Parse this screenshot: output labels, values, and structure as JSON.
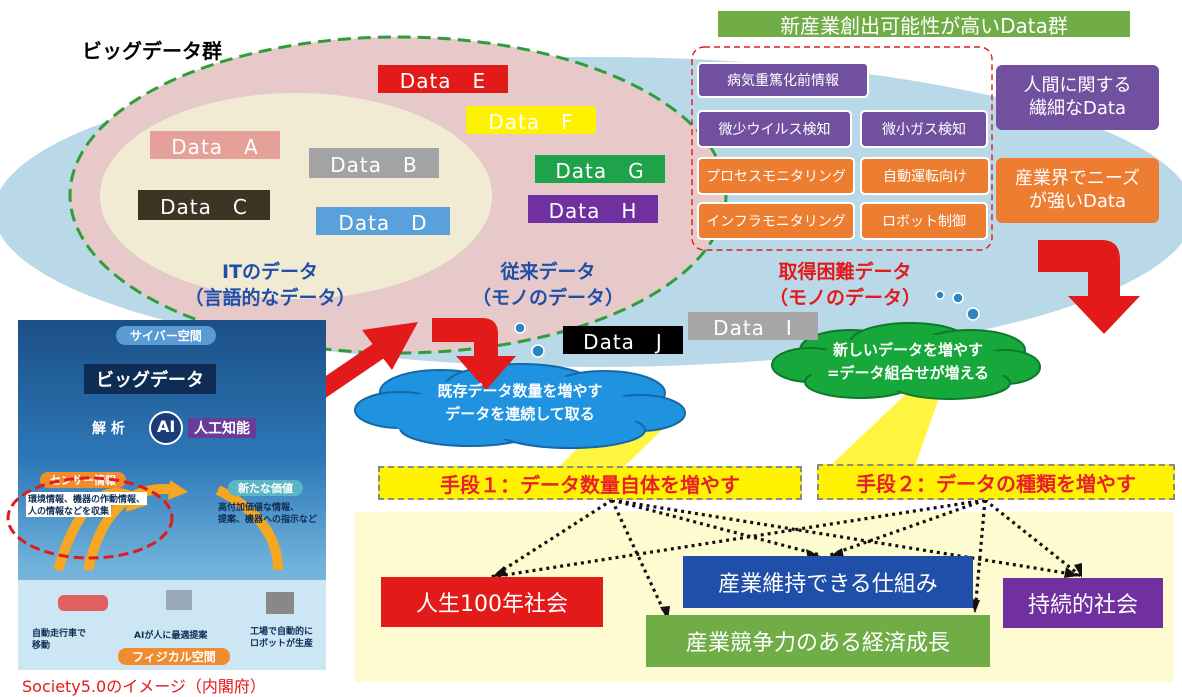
{
  "title": "ビッグデータ群",
  "header_banner": "新産業創出可能性が高いData群",
  "data_boxes": {
    "a": "Data　A",
    "b": "Data　B",
    "c": "Data　C",
    "d": "Data　D",
    "e": "Data　E",
    "f": "Data　F",
    "g": "Data　G",
    "h": "Data　H",
    "i": "Data　I",
    "j": "Data　J"
  },
  "categories": {
    "it_line1": "ITのデータ",
    "it_line2": "（言語的なデータ）",
    "conv_line1": "従来データ",
    "conv_line2": "（モノのデータ）",
    "hard_line1": "取得困難データ",
    "hard_line2": "（モノのデータ）"
  },
  "panel_items": {
    "p1": "病気重篤化前情報",
    "p2": "微少ウイルス検知",
    "p3": "微小ガス検知",
    "p4": "プロセスモニタリング",
    "p5": "自動運転向け",
    "p6": "インフラモニタリング",
    "p7": "ロボット制御"
  },
  "side_boxes": {
    "human_line1": "人間に関する",
    "human_line2": "繊細なData",
    "industry_line1": "産業界でニーズ",
    "industry_line2": "が強いData"
  },
  "clouds": {
    "left_line1": "既存データ数量を増やす",
    "left_line2": "データを連続して取る",
    "right_line1": "新しいデータを増やす",
    "right_line2": "=データ組合せが増える"
  },
  "methods": {
    "m1": "手段１：データ数量自体を増やす",
    "m2": "手段２：データの種類を増やす"
  },
  "outcomes": {
    "life": "人生100年社会",
    "sustain_industry": "産業維持できる仕組み",
    "sustainable": "持続的社会",
    "growth": "産業競争力のある経済成長"
  },
  "inset": {
    "cyber": "サイバー空間",
    "bigdata": "ビッグデータ",
    "kaiseki": "解 析",
    "ai": "AI",
    "jinko": "人工知能",
    "sensor": "センサー情報",
    "sensor_desc1": "環境情報、機器の作動情報、",
    "sensor_desc2": "人の情報などを収集",
    "new_value": "新たな価値",
    "value_desc1": "高付加価値な情報、",
    "value_desc2": "提案、機器への指示など",
    "auto_car1": "自動走行車で",
    "auto_car2": "移動",
    "ai_suggest": "AIが人に最適提案",
    "factory1": "工場で自動的に",
    "factory2": "ロボットが生産",
    "physical": "フィジカル空間"
  },
  "caption": "Society5.0のイメージ（内閣府）",
  "colors": {
    "outer_ellipse": "#b8d8e8",
    "big_ellipse": "#e7c8c8",
    "inner_ellipse": "#f1ecd2",
    "green_dash": "#2f9e3a",
    "cloud_blue": "#1f93e0",
    "cloud_green": "#16a83a",
    "red_arrow": "#e21a1a",
    "panel_purple": "#7150a0",
    "panel_orange": "#ed7d31",
    "bottom_panel": "#fffbd0"
  }
}
